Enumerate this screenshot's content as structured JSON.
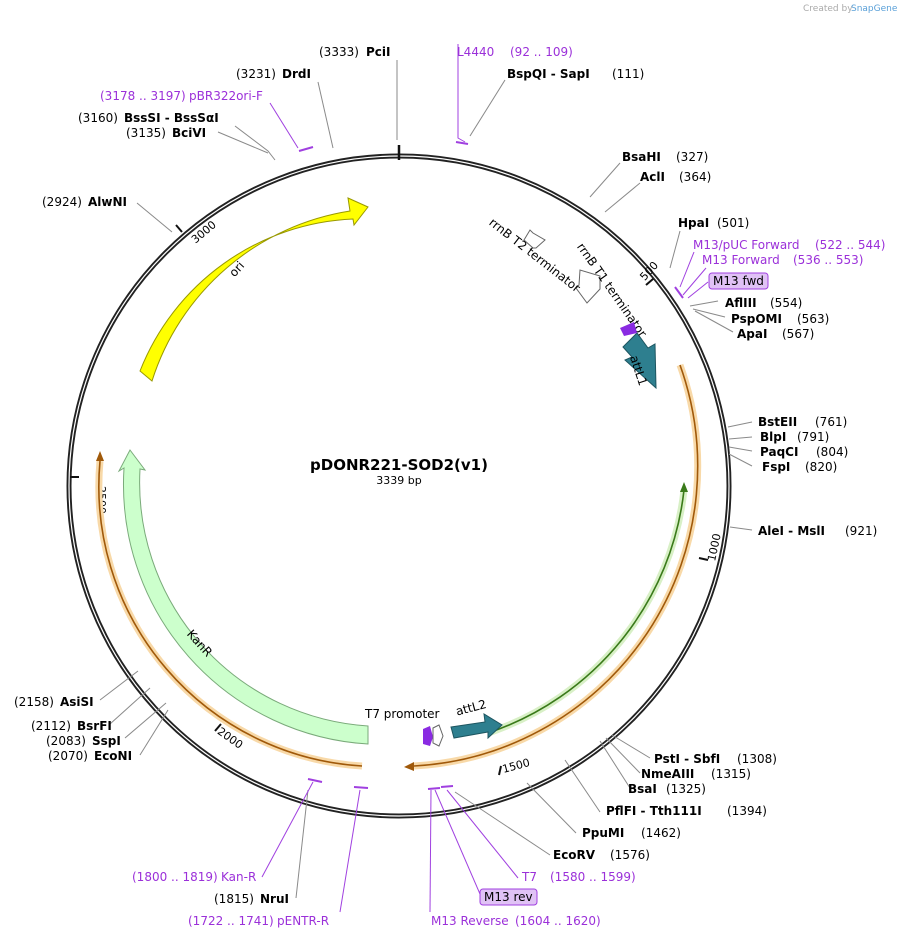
{
  "credit": {
    "prefix": "Created by",
    "brand": "SnapGene"
  },
  "plasmid": {
    "name": "pDONR221-SOD2(v1)",
    "length": "3339 bp"
  },
  "ticks": [
    "500",
    "1000",
    "1500",
    "2000",
    "2500",
    "3000"
  ],
  "enzymes": [
    {
      "name": "PciI",
      "pos": "(3333)"
    },
    {
      "name": "DrdI",
      "pos": "(3231)"
    },
    {
      "name": "BssSI - BssSαI",
      "pos": "(3160)"
    },
    {
      "name": "BciVI",
      "pos": "(3135)"
    },
    {
      "name": "AlwNI",
      "pos": "(2924)"
    },
    {
      "name": "BspQI - SapI",
      "pos": "(111)"
    },
    {
      "name": "BsaHI",
      "pos": "(327)"
    },
    {
      "name": "AclI",
      "pos": "(364)"
    },
    {
      "name": "HpaI",
      "pos": "(501)"
    },
    {
      "name": "AflIII",
      "pos": "(554)"
    },
    {
      "name": "PspOMI",
      "pos": "(563)"
    },
    {
      "name": "ApaI",
      "pos": "(567)"
    },
    {
      "name": "BstEII",
      "pos": "(761)"
    },
    {
      "name": "BlpI",
      "pos": "(791)"
    },
    {
      "name": "PaqCI",
      "pos": "(804)"
    },
    {
      "name": "FspI",
      "pos": "(820)"
    },
    {
      "name": "AleI - MslI",
      "pos": "(921)"
    },
    {
      "name": "PstI - SbfI",
      "pos": "(1308)"
    },
    {
      "name": "NmeAIII",
      "pos": "(1315)"
    },
    {
      "name": "BsaI",
      "pos": "(1325)"
    },
    {
      "name": "PflFI - Tth111I",
      "pos": "(1394)"
    },
    {
      "name": "PpuMI",
      "pos": "(1462)"
    },
    {
      "name": "EcoRV",
      "pos": "(1576)"
    },
    {
      "name": "AsiSI",
      "pos": "(2158)"
    },
    {
      "name": "BsrFI",
      "pos": "(2112)"
    },
    {
      "name": "SspI",
      "pos": "(2083)"
    },
    {
      "name": "EcoNI",
      "pos": "(2070)"
    },
    {
      "name": "NruI",
      "pos": "(1815)"
    }
  ],
  "primers": [
    {
      "name": "L4440",
      "range": "(92 .. 109)"
    },
    {
      "name": "pBR322ori-F",
      "range": "(3178 .. 3197)"
    },
    {
      "name": "M13/pUC Forward",
      "range": "(522 .. 544)"
    },
    {
      "name": "M13 Forward",
      "range": "(536 .. 553)"
    },
    {
      "name": "M13 fwd",
      "range": ""
    },
    {
      "name": "T7",
      "range": "(1580 .. 1599)"
    },
    {
      "name": "M13 rev",
      "range": ""
    },
    {
      "name": "M13 Reverse",
      "range": "(1604 .. 1620)"
    },
    {
      "name": "Kan-R",
      "range": "(1800 .. 1819)"
    },
    {
      "name": "pENTR-R",
      "range": "(1722 .. 1741)"
    }
  ],
  "features": [
    {
      "name": "ori",
      "color": "#ffff00"
    },
    {
      "name": "KanR",
      "color": "#ccffcc"
    },
    {
      "name": "attL1",
      "color": "#2e7f8f"
    },
    {
      "name": "attL2",
      "color": "#2e7f8f"
    },
    {
      "name": "rrnB T1 terminator",
      "color": "#ffffff"
    },
    {
      "name": "rrnB T2 terminator",
      "color": "#ffffff"
    },
    {
      "name": "T7 promoter",
      "color": "#8a2be2"
    }
  ],
  "colors": {
    "primer": "#9b30d9",
    "orf": "#e8a23a",
    "insert": "#6ab04c",
    "backbone": "#222222"
  }
}
